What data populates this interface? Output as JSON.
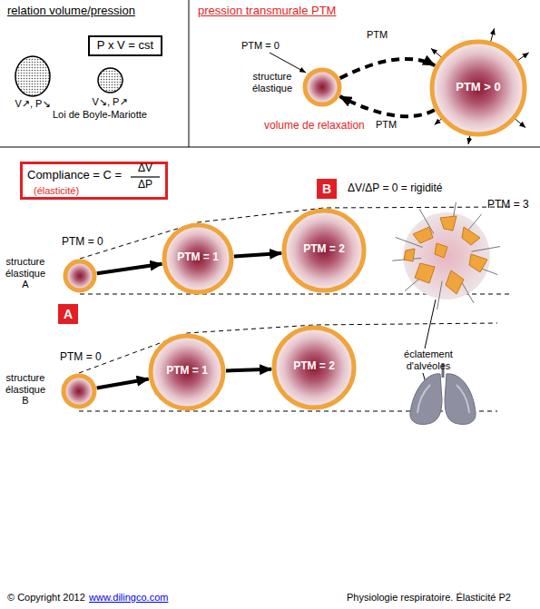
{
  "diagram": {
    "nodes": [
      {
        "text": [
          "P x V = cst"
        ]
      },
      {
        "text": [
          "V↗, P↘"
        ]
      },
      {
        "text": [
          "V↘, P↗"
        ]
      },
      {
        "text": [
          "structure élastique"
        ]
      },
      {
        "text": [
          "PTM > 0"
        ]
      },
      {
        "text": [
          "Compliance = C =",
          "ΔV",
          "ΔP",
          "(élasticité)"
        ]
      },
      {
        "text": [
          "B"
        ]
      },
      {
        "text": [
          "PTM = 0"
        ]
      },
      {
        "text": [
          "PTM = 1"
        ]
      },
      {
        "text": [
          "PTM = 2"
        ]
      },
      {
        "text": [
          "PTM = 3"
        ]
      },
      {
        "text": [
          "A"
        ]
      },
      {
        "text": [
          "PTM = 0"
        ]
      },
      {
        "text": [
          "PTM = 1"
        ]
      },
      {
        "text": [
          "PTM = 2"
        ]
      }
    ],
    "edges": [
      {
        "from": 3,
        "to": 4,
        "arrow": "to"
      },
      {
        "from": 4,
        "to": 3,
        "arrow": "to"
      },
      {
        "from": 7,
        "to": 8,
        "arrow": "to"
      },
      {
        "from": 8,
        "to": 9,
        "arrow": "to"
      },
      {
        "from": 12,
        "to": 13,
        "arrow": "to"
      },
      {
        "from": 13,
        "to": 14,
        "arrow": "to"
      }
    ],
    "labels": [
      "relation volume/pression",
      "Loi de Boyle-Mariotte",
      "pression transmurale PTM",
      "PTM = 0",
      "PTM",
      "PTM",
      "volume de relaxation",
      "ΔV/ΔP = 0 = rigidité",
      "structure élastique A",
      "éclatement d'alvéoles",
      "structure élastique B",
      "© Copyright 2012",
      "www.dilingco.com",
      "Physiologie respiratoire. Élasticité P2"
    ]
  }
}
